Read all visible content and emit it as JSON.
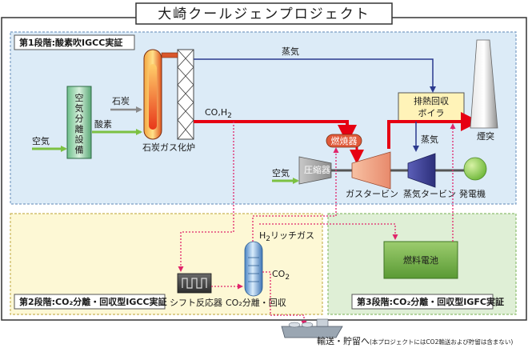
{
  "title": "大崎クールジェンプロジェクト",
  "stages": {
    "stage1": "第1段階:酸素吹IGCC実証",
    "stage2": "第2段階:CO₂分離・回収型IGCC実証",
    "stage3": "第3段階:CO₂分離・回収型IGFC実証"
  },
  "labels": {
    "air_left": "空気",
    "air_separation": [
      "空",
      "気",
      "分",
      "離",
      "設",
      "備"
    ],
    "coal": "石炭",
    "oxygen": "酸素",
    "gasifier": "石炭ガス化炉",
    "co_h2": "CO,H",
    "co_h2_sub": "2",
    "steam_top": "蒸気",
    "hrsg": [
      "排熱回収",
      "ボイラ"
    ],
    "stack": "煙突",
    "combustor": "燃焼器",
    "steam_mid": "蒸気",
    "air_right": "空気",
    "compressor": "圧縮器",
    "gas_turbine": "ガスタービン",
    "steam_turbine": "蒸気タービン",
    "generator": "発電機",
    "h2_rich": "H",
    "h2_rich_sub": "2",
    "h2_rich_rest": "リッチガス",
    "co2": "CO",
    "co2_sub": "2",
    "shift_reactor": "シフト反応器",
    "co2_separation": "CO₂分離・回収",
    "fuel_cell": "燃料電池",
    "transport": "輸送・貯留へ",
    "transport_note": "(本プロジェクトにはCO2輸送および貯留は含まない)"
  },
  "colors": {
    "stage1_fill": "#dcebf7",
    "stage2_fill": "#fdf8d5",
    "stage3_fill": "#dfefd6",
    "main_flow": "#e60012",
    "steam": "#2b3a8f",
    "air": "#7cc142",
    "dotted": "#e0246a"
  }
}
